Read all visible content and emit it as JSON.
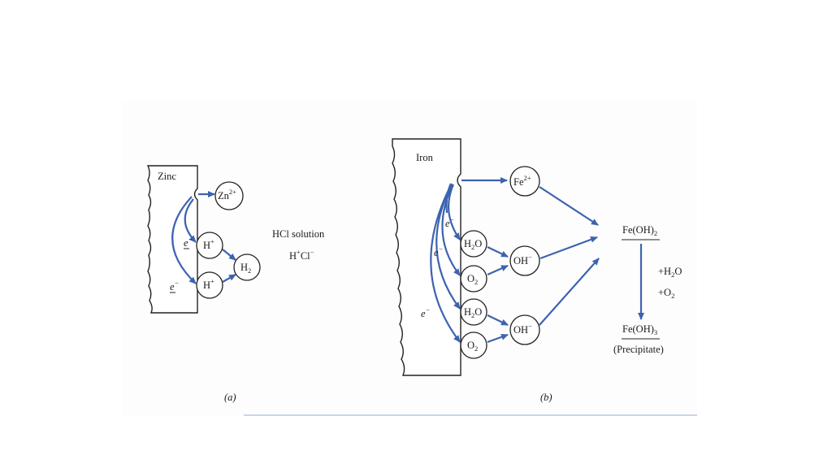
{
  "panel_a": {
    "metal": "Zinc",
    "ion_zn": "Zn",
    "ion_zn_charge": "2+",
    "hplus1": "H",
    "hplus1_charge": "+",
    "hplus2": "H",
    "hplus2_charge": "+",
    "h2": "H",
    "h2_sub": "2",
    "electron1": "e",
    "electron1_sup": "−",
    "electron2": "e",
    "electron2_sup": "−",
    "solution": "HCl solution",
    "formula_h": "H",
    "formula_h_sup": "+",
    "formula_cl": "Cl",
    "formula_cl_sup": "−",
    "caption": "(a)"
  },
  "panel_b": {
    "metal": "Iron",
    "ion_fe": "Fe",
    "ion_fe_charge": "2+",
    "water1": "H",
    "water1_sub": "2",
    "water1_o": "O",
    "oxygen1": "O",
    "oxygen1_sub": "2",
    "water2": "H",
    "water2_sub": "2",
    "water2_o": "O",
    "oxygen2": "O",
    "oxygen2_sub": "2",
    "hydroxide1": "OH",
    "hydroxide1_sup": "−",
    "hydroxide2": "OH",
    "hydroxide2_sup": "−",
    "electron1": "e",
    "electron1_sup": "−",
    "electron2": "e",
    "electron2_sup": "−",
    "electron3": "e",
    "electron3_sup": "−",
    "product1": "Fe(OH)",
    "product1_sub": "2",
    "reagent_h2o": "+H",
    "reagent_h2o_sub": "2",
    "reagent_h2o_o": "O",
    "reagent_o2": "+O",
    "reagent_o2_sub": "2",
    "product2": "Fe(OH)",
    "product2_sub": "3",
    "precipitate": "(Precipitate)",
    "caption": "(b)"
  },
  "colors": {
    "arrow": "#3d63b0",
    "outline": "#222222"
  }
}
